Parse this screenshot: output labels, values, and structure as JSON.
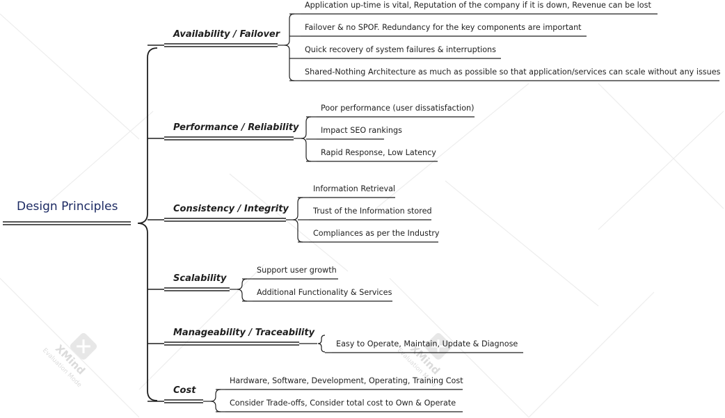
{
  "root": {
    "title": "Design Principles"
  },
  "branches": [
    {
      "title": "Availability / Failover",
      "items": [
        "Application up-time is vital, Reputation of the company if it is down, Revenue can be lost",
        "Failover & no SPOF. Redundancy for the key components are important",
        "Quick recovery of system failures & interruptions",
        "Shared-Nothing Architecture as much as possible so that application/services can scale without any issues"
      ]
    },
    {
      "title": "Performance / Reliability",
      "items": [
        "Poor performance (user dissatisfaction)",
        "Impact SEO rankings",
        "Rapid Response, Low Latency"
      ]
    },
    {
      "title": "Consistency / Integrity",
      "items": [
        "Information Retrieval",
        "Trust of the Information stored",
        "Compliances as per the Industry"
      ]
    },
    {
      "title": "Scalability",
      "items": [
        "Support user growth",
        "Additional Functionality & Services"
      ]
    },
    {
      "title": "Manageability / Traceability",
      "items": [
        "Easy to Operate, Maintain, Update & Diagnose"
      ]
    },
    {
      "title": "Cost",
      "items": [
        "Hardware, Software, Development, Operating, Training Cost",
        "Consider Trade-offs, Consider total cost to Own & Operate"
      ]
    }
  ],
  "watermark": {
    "brand": "XMind",
    "mode": "Evaluation Mode"
  }
}
